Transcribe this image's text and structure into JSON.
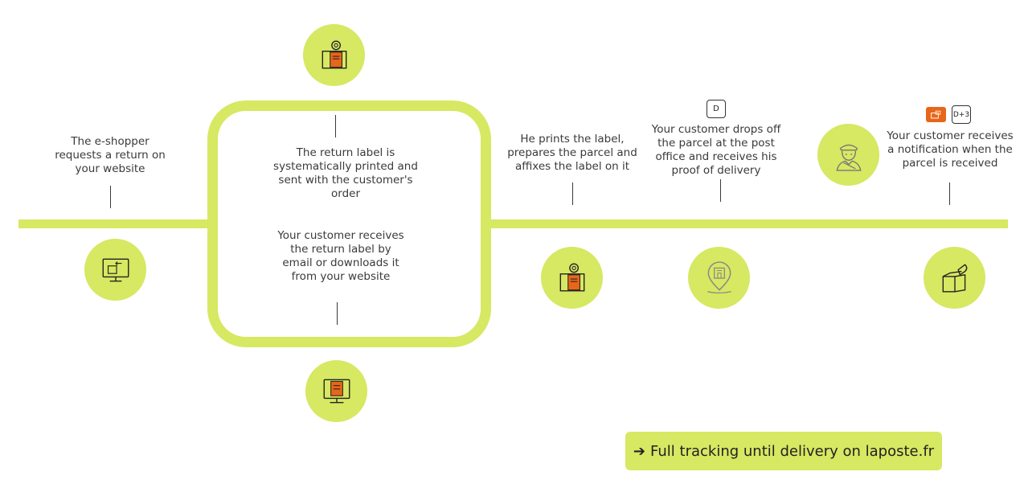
{
  "colors": {
    "accent": "#d7e862",
    "icon_orange": "#e8661a",
    "text": "#3a3a3a"
  },
  "steps": {
    "request": {
      "text": "The e-shopper requests a return on your website",
      "icon": "computer-return-icon"
    },
    "printed_label": {
      "text": "The return label is systematically printed and sent with the customer's order",
      "icon": "parcel-label-icon"
    },
    "email_label": {
      "text": "Your customer receives the return label by email or downloads it from your website",
      "icon": "computer-parcel-icon"
    },
    "prints": {
      "text": "He prints the label, prepares the parcel and affixes the label on it",
      "icon": "parcel-label-icon"
    },
    "drop_off": {
      "text": "Your customer drops off the parcel at the post office and receives his proof of delivery",
      "day": "D",
      "icon": "post-office-pin-icon"
    },
    "courier": {
      "icon": "postman-icon"
    },
    "notification": {
      "text": "Your customer receives a notification when the parcel is received",
      "day": "D+3",
      "icon": "open-parcel-icon"
    }
  },
  "cta": {
    "arrow": "➔",
    "label": "Full tracking until delivery on laposte.fr"
  }
}
